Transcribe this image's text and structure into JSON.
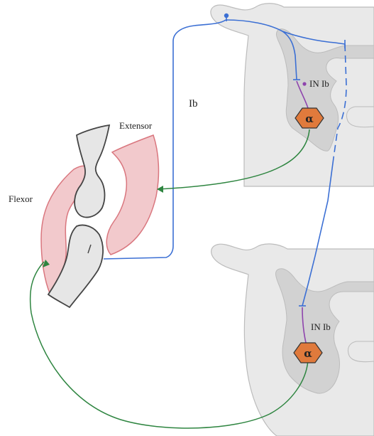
{
  "labels": {
    "flexor": "Flexor",
    "extensor": "Extensor",
    "ib": "Ib",
    "in_ib_top": "IN Ib",
    "in_ib_bottom": "IN Ib",
    "alpha_top": "α",
    "alpha_bottom": "α"
  },
  "colors": {
    "afferent": "#3b6fd4",
    "interneuron": "#8e44ad",
    "motor": "#2e8540",
    "motoneuron_fill": "#e07a3c",
    "muscle_fill": "#f2c9cc",
    "muscle_stroke": "#d9767e",
    "cord_white": "#e9e9e9",
    "cord_grey": "#d2d2d2",
    "cord_stroke": "#bcbcbc",
    "bone_fill": "#e6e6e6",
    "bone_stroke": "#444444"
  }
}
